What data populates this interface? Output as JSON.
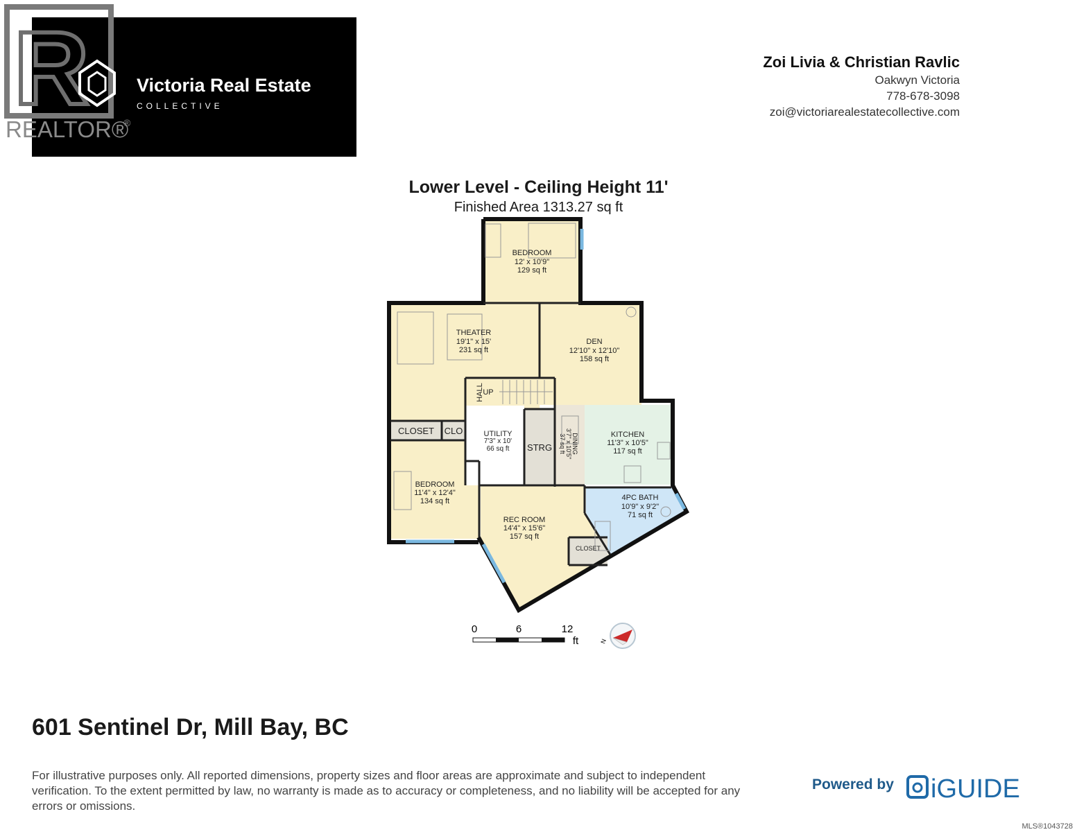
{
  "brand": {
    "realtor_mark": "REALTOR®",
    "name": "Victoria Real Estate",
    "tagline": "COLLECTIVE"
  },
  "agent": {
    "name": "Zoi Livia & Christian Ravlic",
    "brokerage": "Oakwyn Victoria",
    "phone": "778-678-3098",
    "email": "zoi@victoriarealestatecollective.com"
  },
  "plan": {
    "title": "Lower Level - Ceiling Height 11'",
    "subtitle": "Finished Area 1313.27 sq ft",
    "rooms": {
      "bedroom_top": {
        "name": "BEDROOM",
        "dims": "12' x 10'9\"",
        "area": "129 sq ft"
      },
      "theater": {
        "name": "THEATER",
        "dims": "19'1\" x 15'",
        "area": "231 sq ft"
      },
      "den": {
        "name": "DEN",
        "dims": "12'10\" x 12'10\"",
        "area": "158 sq ft"
      },
      "hall": {
        "name": "HALL"
      },
      "up": {
        "name": "UP"
      },
      "closet_left": {
        "name": "CLOSET"
      },
      "clo": {
        "name": "CLO"
      },
      "utility": {
        "name": "UTILITY",
        "dims": "7'3\" x 10'",
        "area": "66 sq ft"
      },
      "strg": {
        "name": "STRG"
      },
      "dining": {
        "name": "DINING",
        "dims": "3'7\" x 10'5\"",
        "area": "37 sq ft"
      },
      "kitchen": {
        "name": "KITCHEN",
        "dims": "11'3\" x 10'5\"",
        "area": "117 sq ft"
      },
      "bedroom_left": {
        "name": "BEDROOM",
        "dims": "11'4\" x 12'4\"",
        "area": "134 sq ft"
      },
      "rec_room": {
        "name": "REC ROOM",
        "dims": "14'4\" x 15'6\"",
        "area": "157 sq ft"
      },
      "bath": {
        "name": "4PC BATH",
        "dims": "10'9\" x 9'2\"",
        "area": "71 sq ft"
      },
      "closet_bath": {
        "name": "CLOSET"
      }
    },
    "scale": {
      "ticks": [
        "0",
        "6",
        "12"
      ],
      "unit": "ft"
    },
    "compass": {
      "north_label": "N"
    },
    "colors": {
      "room_fill": "#f9efc8",
      "bath_fill": "#cfe6f7",
      "kitchen_fill": "#e4f2e6",
      "dining_fill": "#ece6d8",
      "utility_fill": "#ffffff",
      "closet_fill": "#e3e0d6",
      "wall": "#111111",
      "window": "#7ab8e0"
    }
  },
  "address": "601 Sentinel Dr, Mill Bay, BC",
  "disclaimer": "For illustrative purposes only. All reported dimensions, property sizes and floor areas are approximate and subject to independent verification. To the extent permitted by law, no warranty is made as to accuracy or completeness, and no liability will be accepted for any errors or omissions.",
  "powered": {
    "label": "Powered by",
    "logo_text": "iGUIDE"
  },
  "mls": "MLS®1043728"
}
